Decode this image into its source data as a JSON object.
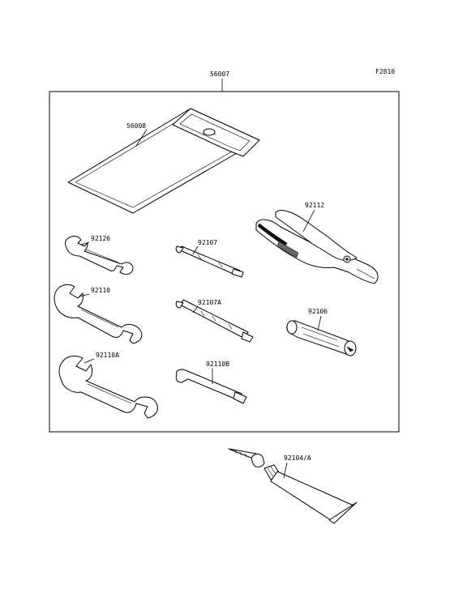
{
  "figure_code": "F2810",
  "labels": {
    "kit": "56007",
    "pouch": "56008",
    "pliers": "92112",
    "wrench_small": "92126",
    "driver": "92107",
    "wrench_medium": "92110",
    "driver_double": "92107A",
    "handle": "92106",
    "wrench_large": "92110A",
    "hex_key": "92110B",
    "gauge_tube": "92104/A"
  }
}
